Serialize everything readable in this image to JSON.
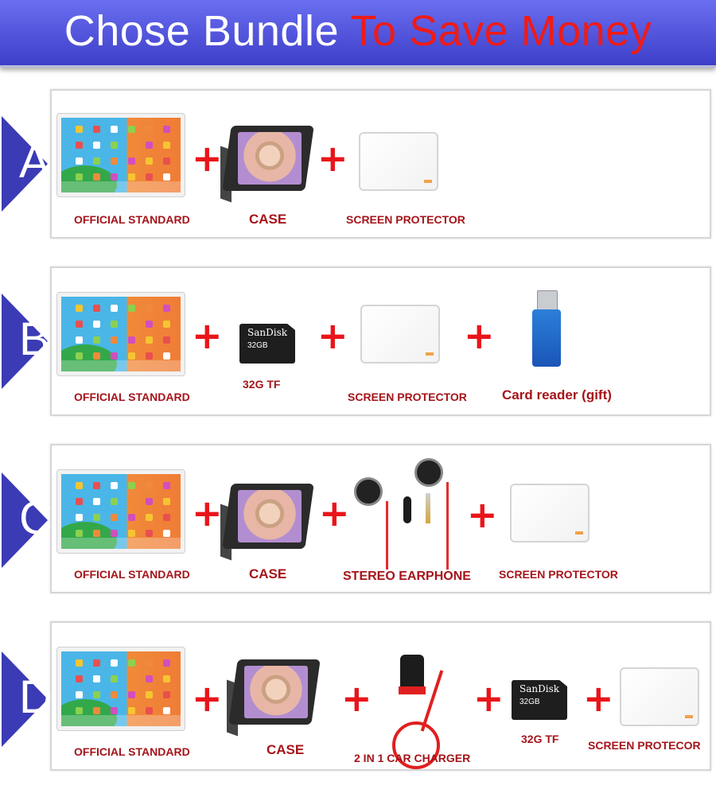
{
  "banner": {
    "title_white": "Chose Bundle",
    "title_red": "To Save Money",
    "background": "#4b4fd6",
    "highlight_color": "#ef1b17"
  },
  "plus_sign": "+",
  "bundles": [
    {
      "letter": "A",
      "items": [
        {
          "icon": "tablet-icon",
          "label": "OFFICIAL STANDARD"
        },
        {
          "icon": "case-icon",
          "label": "CASE"
        },
        {
          "icon": "screen-protector-icon",
          "label": "SCREEN PROTECTOR"
        }
      ]
    },
    {
      "letter": "B",
      "items": [
        {
          "icon": "tablet-icon",
          "label": "OFFICIAL STANDARD"
        },
        {
          "icon": "sd-card-icon",
          "label": "32G TF",
          "brand": "SanDisk",
          "size": "32GB"
        },
        {
          "icon": "screen-protector-icon",
          "label": "SCREEN PROTECTOR"
        },
        {
          "icon": "card-reader-icon",
          "label": "Card reader (gift)"
        }
      ]
    },
    {
      "letter": "C",
      "items": [
        {
          "icon": "tablet-icon",
          "label": "OFFICIAL STANDARD"
        },
        {
          "icon": "case-icon",
          "label": "CASE"
        },
        {
          "icon": "earphone-icon",
          "label": "STEREO EARPHONE"
        },
        {
          "icon": "screen-protector-icon",
          "label": "SCREEN PROTECTOR"
        }
      ]
    },
    {
      "letter": "D",
      "items": [
        {
          "icon": "tablet-icon",
          "label": "OFFICIAL STANDARD"
        },
        {
          "icon": "case-icon",
          "label": "CASE"
        },
        {
          "icon": "car-charger-icon",
          "label": "2 IN 1 CAR CHARGER"
        },
        {
          "icon": "sd-card-icon",
          "label": "32G TF",
          "brand": "SanDisk",
          "size": "32GB"
        },
        {
          "icon": "screen-protector-icon",
          "label": "SCREEN PROTECOR"
        }
      ]
    }
  ]
}
